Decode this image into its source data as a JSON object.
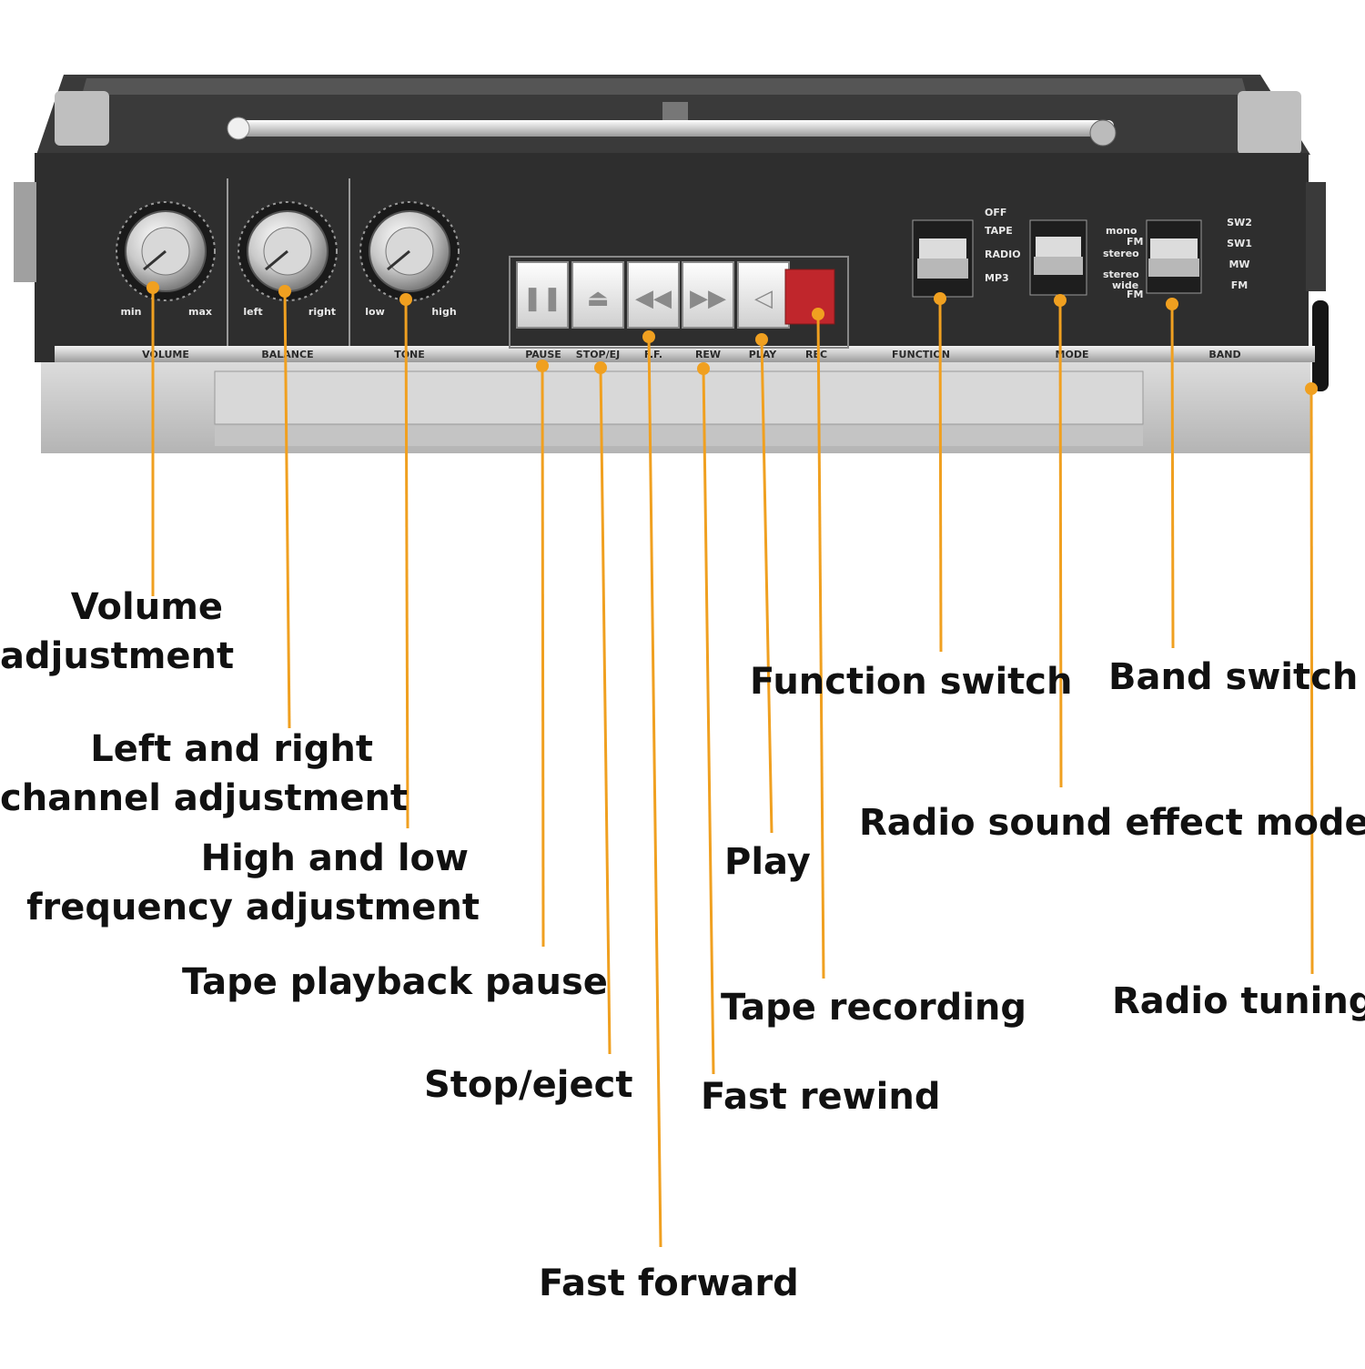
{
  "device": {
    "knob_sections": [
      {
        "name": "VOLUME",
        "min": "min",
        "max": "max"
      },
      {
        "name": "BALANCE",
        "min": "left",
        "max": "right"
      },
      {
        "name": "TONE",
        "min": "low",
        "max": "high"
      }
    ],
    "keys": [
      "PAUSE",
      "STOP/EJ",
      "F.F.",
      "REW",
      "PLAY",
      "REC"
    ],
    "switch_sections": [
      "FUNCTION",
      "MODE",
      "BAND"
    ],
    "function_options": [
      "OFF",
      "TAPE",
      "RADIO",
      "MP3"
    ],
    "mode_options": [
      "mono",
      "FM",
      "stereo",
      "stereo",
      "wide",
      "FM"
    ],
    "band_options": [
      "SW2",
      "SW1",
      "MW",
      "FM"
    ]
  },
  "labels": {
    "volume": [
      "Volume",
      "adjustment"
    ],
    "balance": [
      "Left and right",
      "channel adjustment"
    ],
    "tone": [
      "High and low",
      "frequency adjustment"
    ],
    "pause": "Tape playback pause",
    "stop": "Stop/eject",
    "ff": "Fast forward",
    "function": "Function switch",
    "band": "Band switch",
    "mode": "Radio sound effect mode",
    "play": "Play",
    "rec": "Tape recording",
    "rew": "Fast rewind",
    "tuning": "Radio tuning"
  },
  "colors": {
    "leader": "#f0a020",
    "panel": "#2e2e2e",
    "rec_key": "#c0262c"
  }
}
